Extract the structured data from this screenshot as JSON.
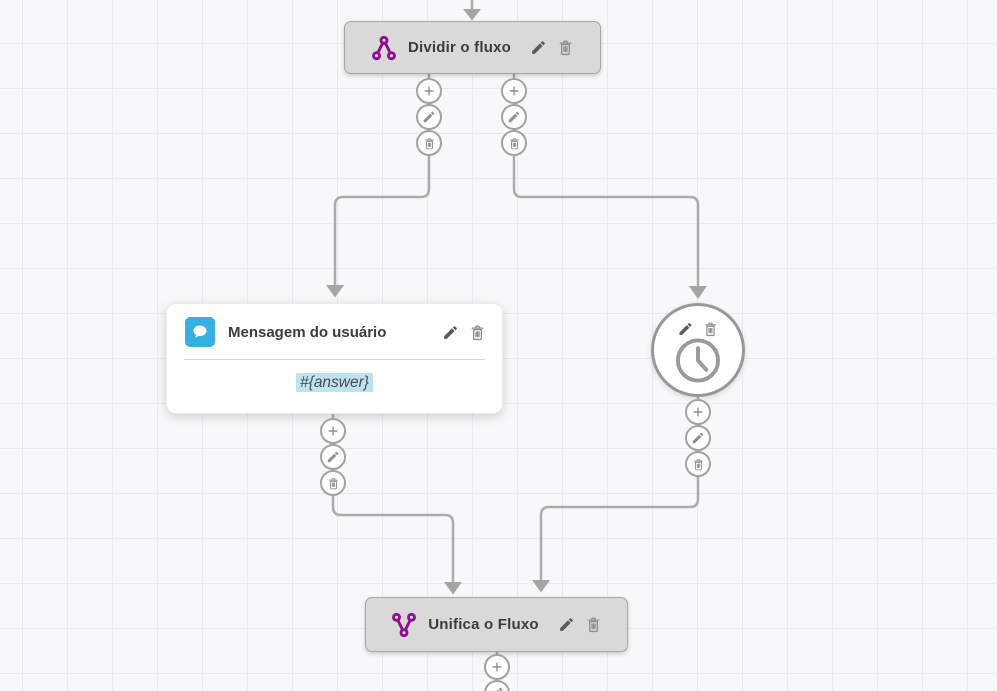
{
  "app": {
    "name": "chatbot-flow-builder"
  },
  "colors": {
    "canvas_bg": "#f7f8f9",
    "grid_line": "#e8eaf1",
    "node_gray": "#d9d9d9",
    "connector_gray": "#ababab",
    "accent_purple": "#8f0d8f",
    "accent_blue": "#36b0e3",
    "highlight_blue": "#bfe2ef"
  },
  "nodes": {
    "split": {
      "title": "Dividir o fluxo",
      "icon": "split-icon"
    },
    "user_message": {
      "title": "Mensagem do usuário",
      "icon": "chat-bubble-icon",
      "body": "#{answer}"
    },
    "timer": {
      "icon": "clock-icon"
    },
    "merge": {
      "title": "Unifica o Fluxo",
      "icon": "merge-icon"
    }
  },
  "port_buttons": {
    "add": "plus-icon",
    "edit": "pencil-icon",
    "delete": "trash-icon"
  }
}
